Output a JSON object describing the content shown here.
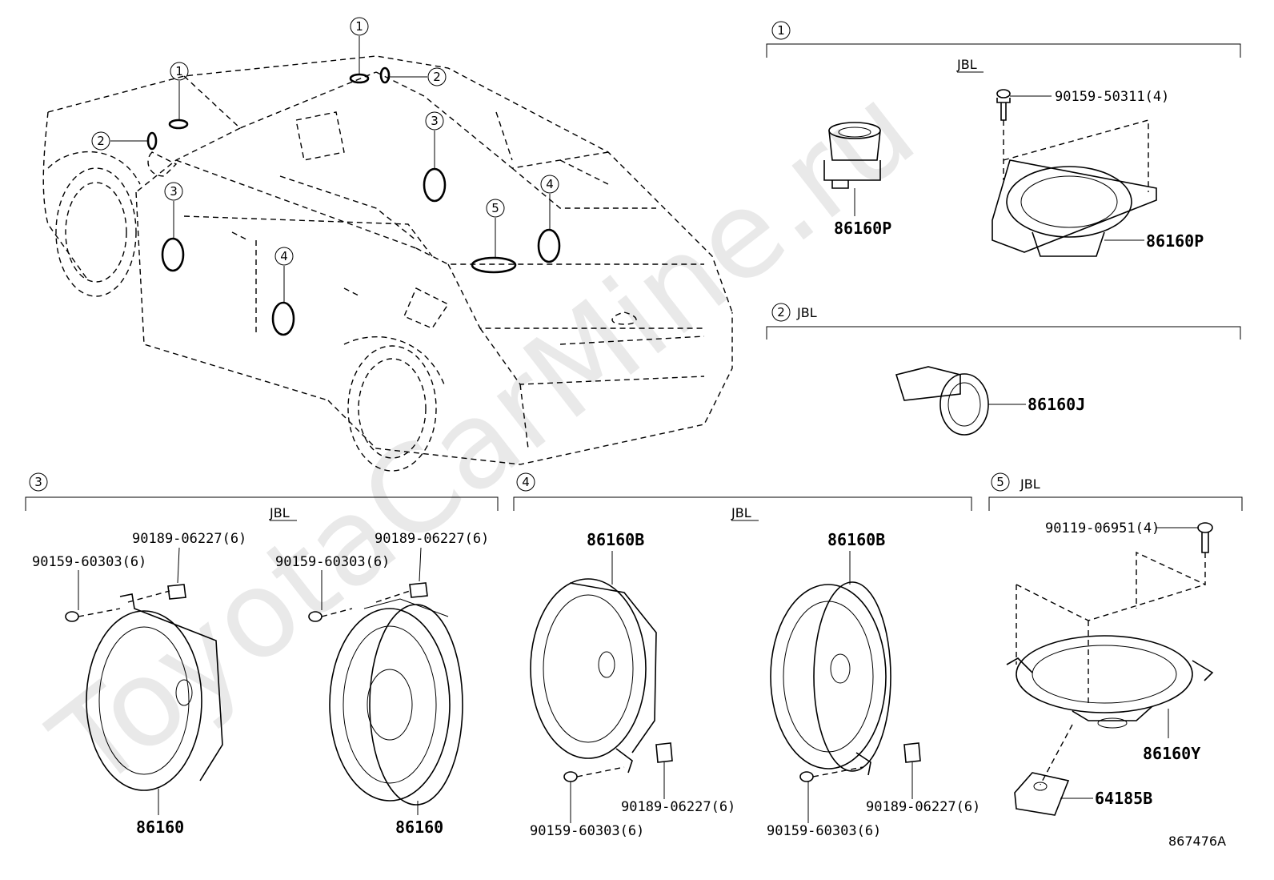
{
  "watermark": "ToyotaCarMine.ru",
  "diagram_code": "867476A",
  "brand_label": "JBL",
  "car_callouts": [
    "1",
    "1",
    "2",
    "2",
    "3",
    "3",
    "4",
    "4",
    "5"
  ],
  "sections": {
    "s1": {
      "num": "1",
      "brand": "JBL",
      "screw": "90159-50311(4)",
      "part_a": "86160P",
      "part_b": "86160P"
    },
    "s2": {
      "num": "2",
      "brand": "JBL",
      "part": "86160J"
    },
    "s3": {
      "num": "3",
      "brand": "JBL",
      "clip_a": "90189-06227(6)",
      "screw_a": "90159-60303(6)",
      "part_a": "86160",
      "clip_b": "90189-06227(6)",
      "screw_b": "90159-60303(6)",
      "part_b": "86160"
    },
    "s4": {
      "num": "4",
      "brand": "JBL",
      "part_a": "86160B",
      "screw_a": "90159-60303(6)",
      "clip_a": "90189-06227(6)",
      "part_b": "86160B",
      "screw_b": "90159-60303(6)",
      "clip_b": "90189-06227(6)"
    },
    "s5": {
      "num": "5",
      "brand": "JBL",
      "screw": "90119-06951(4)",
      "part": "86160Y",
      "bracket": "64185B"
    }
  }
}
